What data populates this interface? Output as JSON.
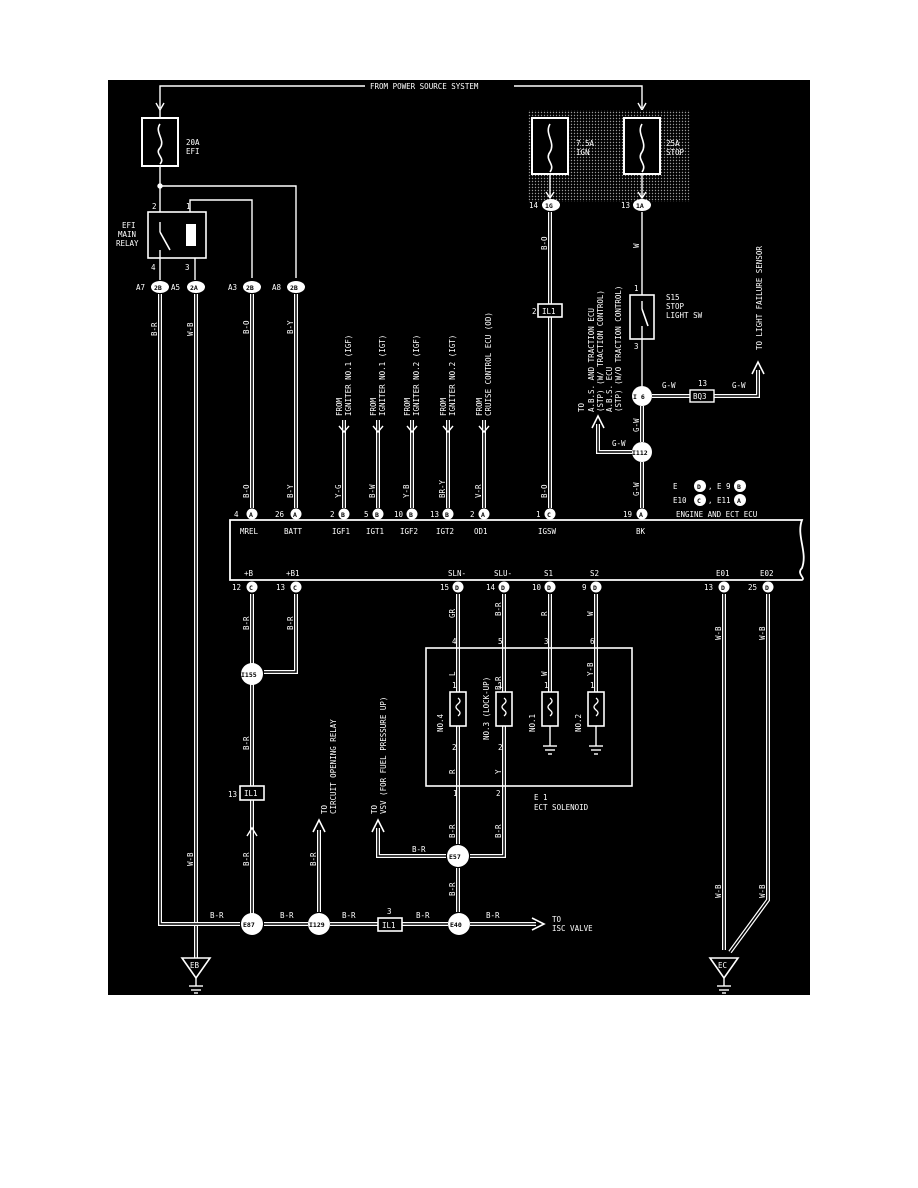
{
  "header": {
    "power_source": "FROM POWER SOURCE SYSTEM"
  },
  "fuses": {
    "efi": {
      "amp": "20A",
      "name": "EFI"
    },
    "ign": {
      "amp": "7.5A",
      "name": "IGN"
    },
    "stop": {
      "amp": "25A",
      "name": "STOP"
    }
  },
  "relay": {
    "line1": "EFI",
    "line2": "MAIN",
    "line3": "RELAY",
    "pin2": "2",
    "pin1": "1",
    "pin4": "4",
    "pin3": "3"
  },
  "top_connectors": {
    "a7": {
      "label": "A7",
      "code": "2B"
    },
    "a5": {
      "label": "A5",
      "code": "2A"
    },
    "a3": {
      "label": "A3",
      "code": "2B"
    },
    "a8": {
      "label": "A8",
      "code": "2B"
    },
    "ign": {
      "pin": "14",
      "code": "1G"
    },
    "stop": {
      "pin": "13",
      "code": "1A"
    }
  },
  "wires": {
    "br": "B-R",
    "wb": "W-B",
    "bo": "B-O",
    "by": "B-Y",
    "w": "W",
    "yg": "Y-G",
    "bw": "B-W",
    "yb": "Y-B",
    "bry": "BR-Y",
    "vr": "V-R",
    "gw": "G-W",
    "gr": "GR",
    "r": "R",
    "l": "L",
    "y": "Y"
  },
  "il1_top": {
    "pin": "2",
    "code": "IL1"
  },
  "switch_s15": {
    "id": "S15",
    "line1": "STOP",
    "line2": "LIGHT SW",
    "pin1": "1",
    "pin3": "3"
  },
  "connector_i6": "I 6",
  "connector_i112": "I112",
  "connector_bq3": {
    "pin": "13",
    "code": "BQ3"
  },
  "to_light_failure": "TO LIGHT FAILURE SENSOR",
  "to_abs": {
    "line1": "TO",
    "line2": "A.B.S. AND TRACTION ECU",
    "line3": "(STP) (W/ TRACTION CONTROL)",
    "line4": "A.B.S. ECU",
    "line5": "(STP) (W/O TRACTION CONTROL)"
  },
  "from_labels": {
    "igf1": {
      "line1": "FROM",
      "line2": "IGNITER NO.1 (IGF)"
    },
    "igt1": {
      "line1": "FROM",
      "line2": "IGNITER NO.1 (IGT)"
    },
    "igf2": {
      "line1": "FROM",
      "line2": "IGNITER NO.2 (IGF)"
    },
    "igt2": {
      "line1": "FROM",
      "line2": "IGNITER NO.2 (IGT)"
    },
    "od1": {
      "line1": "FROM",
      "line2": "CRUISE CONTROL ECU (OD)"
    }
  },
  "legend": {
    "line1a": "E",
    "line1b": "D",
    "line1c": ", E 9",
    "line1d": "B",
    "line2a": "E10",
    "line2b": "C",
    "line2c": ", E11",
    "line2d": "A"
  },
  "ecu": {
    "title": "ENGINE AND ECT ECU",
    "top_pins": [
      {
        "pin": "4",
        "code": "A",
        "term": "MREL"
      },
      {
        "pin": "26",
        "code": "A",
        "term": "BATT"
      },
      {
        "pin": "2",
        "code": "B",
        "term": "IGF1"
      },
      {
        "pin": "5",
        "code": "B",
        "term": "IGT1"
      },
      {
        "pin": "10",
        "code": "B",
        "term": "IGF2"
      },
      {
        "pin": "13",
        "code": "B",
        "term": "IGT2"
      },
      {
        "pin": "2",
        "code": "A",
        "term": "OD1"
      },
      {
        "pin": "1",
        "code": "C",
        "term": "IGSW"
      },
      {
        "pin": "19",
        "code": "A",
        "term": "BK"
      }
    ],
    "bottom_pins": [
      {
        "pin": "12",
        "code": "C",
        "term": "+B"
      },
      {
        "pin": "13",
        "code": "C",
        "term": "+B1"
      },
      {
        "pin": "15",
        "code": "D",
        "term": "SLN-"
      },
      {
        "pin": "14",
        "code": "D",
        "term": "SLU-"
      },
      {
        "pin": "10",
        "code": "D",
        "term": "S1"
      },
      {
        "pin": "9",
        "code": "D",
        "term": "S2"
      },
      {
        "pin": "13",
        "code": "D",
        "term": "E01"
      },
      {
        "pin": "25",
        "code": "D",
        "term": "E02"
      }
    ]
  },
  "solenoid": {
    "id": "E 1",
    "name": "ECT SOLENOID",
    "no4": "NO.4",
    "no3": "NO.3 (LOCK-UP)",
    "no1": "NO.1",
    "no2": "NO.2",
    "pin4": "4",
    "pin5": "5",
    "pin3": "3",
    "pin6": "6",
    "p1": "1",
    "p2": "2"
  },
  "junctions": {
    "i155": "I155",
    "e57": "E57",
    "e87": "E87",
    "i129": "I129",
    "e40": "E40"
  },
  "il1_bottom": {
    "pin": "13",
    "code": "IL1"
  },
  "il1_mid": {
    "pin": "3",
    "code": "IL1"
  },
  "to_circuit": {
    "line1": "TO",
    "line2": "CIRCUIT OPENING RELAY"
  },
  "to_vsv": {
    "line1": "TO",
    "line2": "VSV (FOR FUEL PRESSURE UP)"
  },
  "to_isc": {
    "line1": "TO",
    "line2": "ISC VALVE"
  },
  "grounds": {
    "eb": "EB",
    "ec": "EC"
  }
}
